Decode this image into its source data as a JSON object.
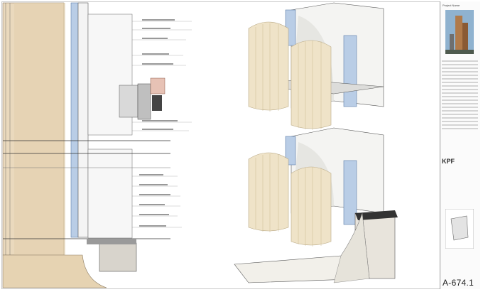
{
  "title_block": {
    "project_label": "Project Name",
    "logo_text": "KPF",
    "sheet_number": "A-674.1"
  },
  "colors": {
    "wall_tan": "#e8d8bd",
    "glass_blue": "#b9cde6",
    "concrete_gray": "#c8c8c4",
    "fin_cream": "#efe3c8",
    "line_dark": "#3a3a3a"
  }
}
